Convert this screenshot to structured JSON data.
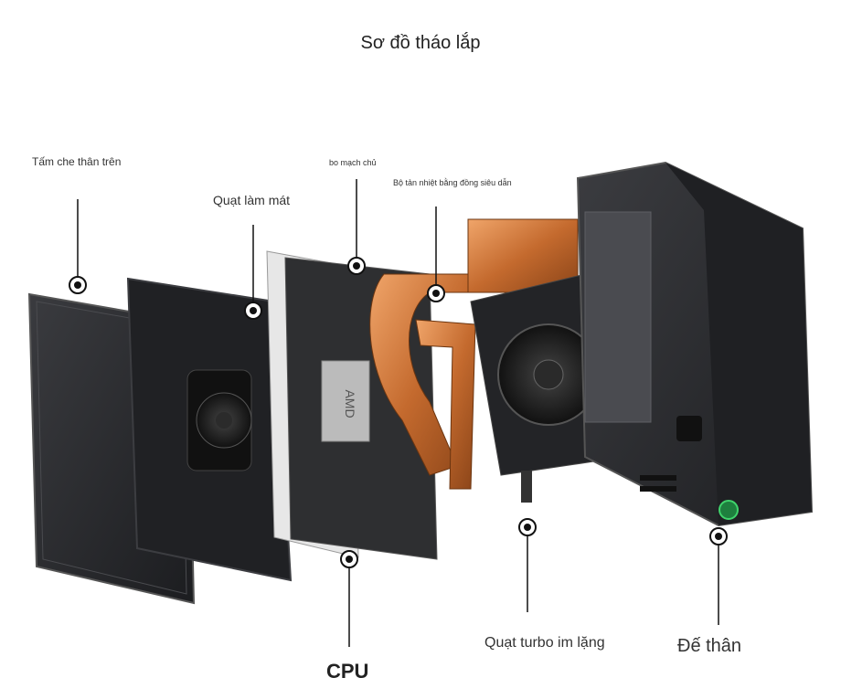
{
  "title": "Sơ đồ tháo lắp",
  "labels": {
    "top_cover": "Tấm che thân trên",
    "cooling_fan": "Quạt làm mát",
    "motherboard": "bo mạch chủ",
    "heatsink": "Bộ tản nhiệt bằng đồng siêu dẫn",
    "cpu": "CPU",
    "turbo_fan": "Quạt turbo im lặng",
    "base": "Đế thân",
    "chip_marking": "AMD"
  },
  "colors": {
    "copper": "#c46a2e",
    "dark_body": "#2a2b2e",
    "marker": "#111111",
    "power_led": "#3fd36b"
  }
}
